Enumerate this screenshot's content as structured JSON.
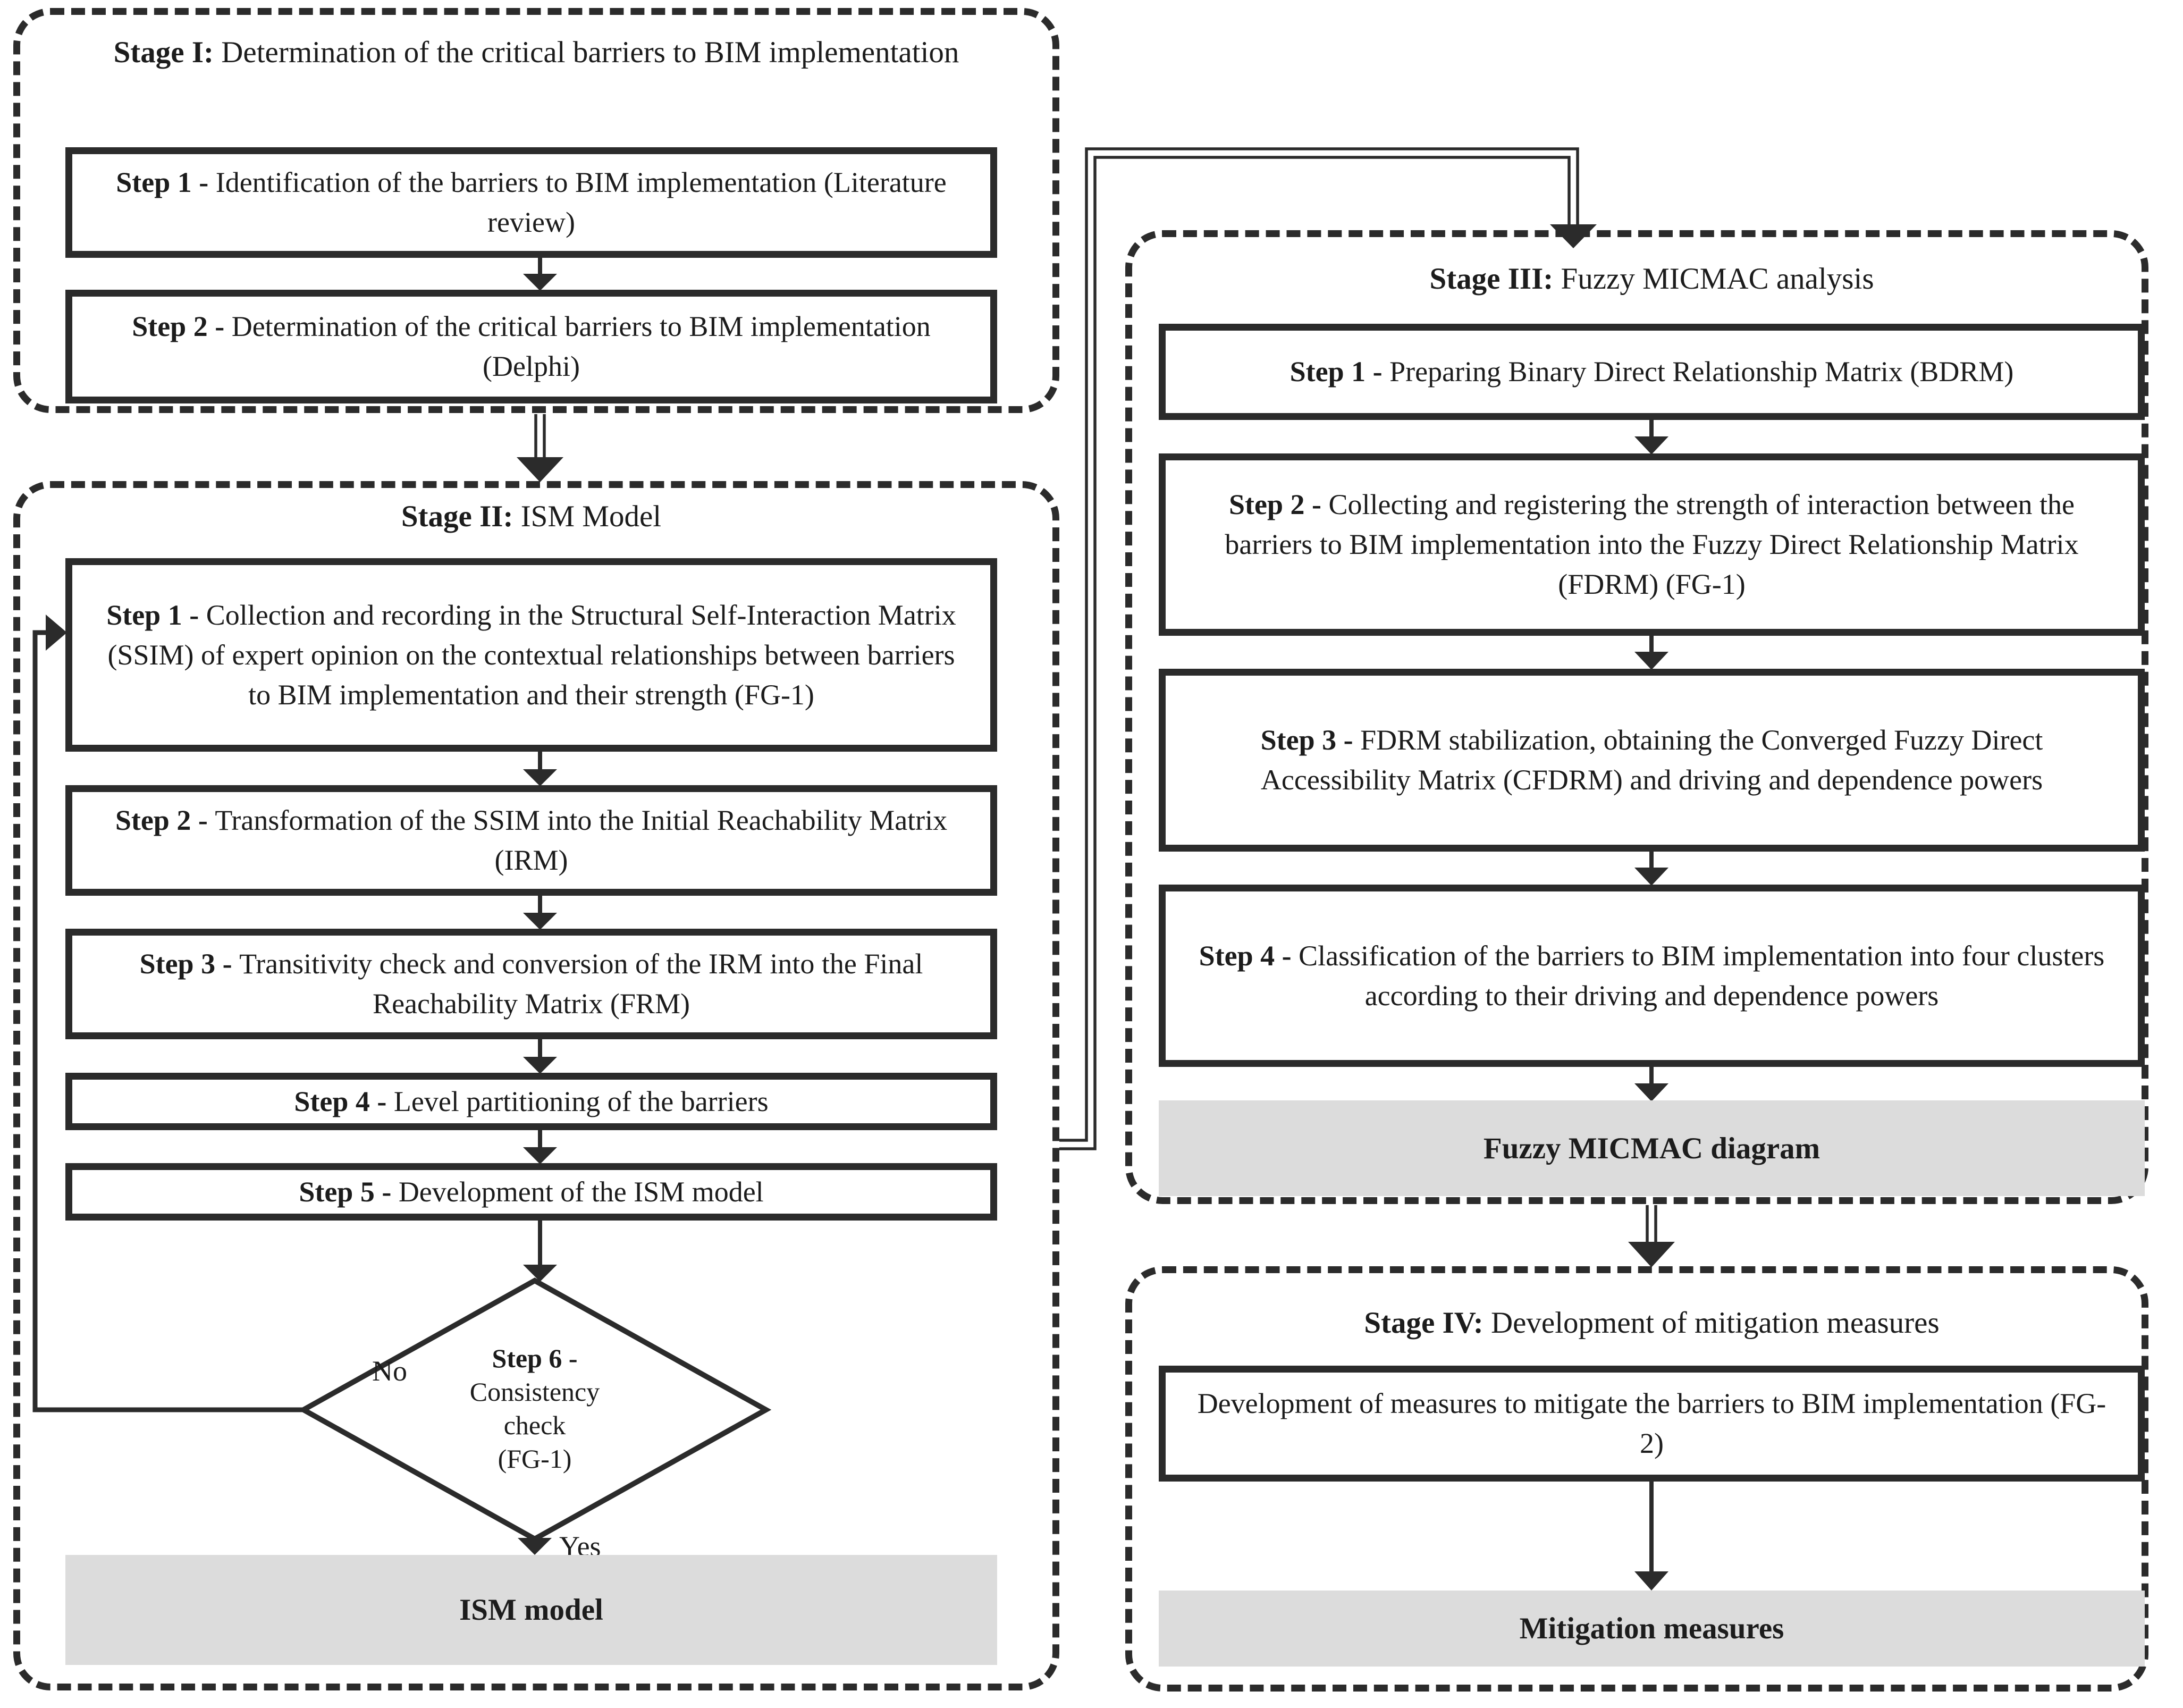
{
  "figure": {
    "background": "#ffffff",
    "line_color": "#2b2b2b",
    "gray_fill": "#dcdcdc",
    "box_fill": "#ffffff"
  },
  "stage1": {
    "title_prefix": "Stage I:",
    "title_rest": " Determination of  the critical barriers to BIM implementation",
    "steps": [
      {
        "label": "Step 1 - ",
        "text": " Identification of the barriers to BIM implementation (Literature review)"
      },
      {
        "label": "Step 2 - ",
        "text": "Determination of the critical barriers to BIM implementation (Delphi)"
      }
    ]
  },
  "stage2": {
    "title_prefix": "Stage II:",
    "title_rest": " ISM Model",
    "steps": [
      {
        "label": "Step 1 - ",
        "text": "Collection and recording in the Structural Self-Interaction Matrix (SSIM) of expert opinion on the contextual relationships between barriers to BIM implementation and their strength (FG-1)"
      },
      {
        "label": "Step 2 - ",
        "text": "Transformation of the SSIM into the Initial Reachability Matrix (IRM)"
      },
      {
        "label": "Step 3 - ",
        "text": "Transitivity check and conversion of the IRM into the Final Reachability Matrix (FRM)"
      },
      {
        "label": "Step 4 - ",
        "text": "Level partitioning of the barriers"
      },
      {
        "label": "Step 5 - ",
        "text": "Development of the ISM model"
      }
    ],
    "decision": {
      "line1": "Step 6 -",
      "line2": "Consistency",
      "line3": "check",
      "line4": "(FG-1)"
    },
    "no_label": "No",
    "yes_label": "Yes",
    "output": "ISM model"
  },
  "stage3": {
    "title_prefix": "Stage III:",
    "title_rest": " Fuzzy MICMAC  analysis",
    "steps": [
      {
        "label": "Step 1 - ",
        "text": "Preparing Binary Direct Relationship Matrix (BDRM)"
      },
      {
        "label": "Step 2 - ",
        "text": "Collecting and registering the strength of interaction between the barriers to BIM implementation into the Fuzzy Direct Relationship Matrix (FDRM) (FG-1)"
      },
      {
        "label": "Step 3 - ",
        "text": "FDRM stabilization, obtaining the Converged Fuzzy Direct Accessibility Matrix (CFDRM) and driving and dependence powers"
      },
      {
        "label": "Step 4 - ",
        "text": "Classification of  the barriers to BIM implementation into four clusters according to their driving and dependence powers"
      }
    ],
    "output": "Fuzzy MICMAC diagram"
  },
  "stage4": {
    "title_prefix": "Stage IV:",
    "title_rest": " Development of mitigation measures",
    "step_text": "Development of measures to mitigate the barriers to BIM implementation (FG-2)",
    "output": "Mitigation measures"
  }
}
